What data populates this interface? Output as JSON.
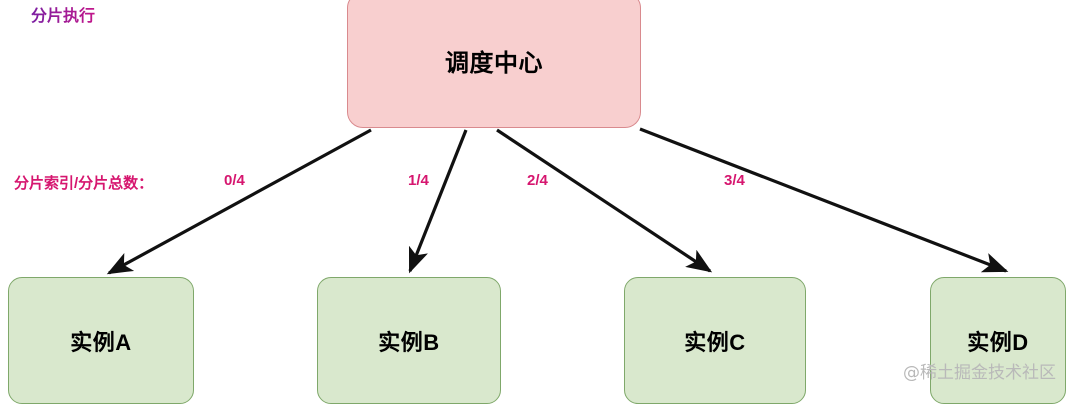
{
  "diagram": {
    "title_label": "分片执行",
    "legend_label": "分片索引/分片总数：",
    "center_node": {
      "label": "调度中心",
      "fill": "#f8cfcf",
      "stroke": "#d98a8e"
    },
    "instances": [
      {
        "label": "实例A",
        "shard": "0/4"
      },
      {
        "label": "实例B",
        "shard": "1/4"
      },
      {
        "label": "实例C",
        "shard": "2/4"
      },
      {
        "label": "实例D",
        "shard": "3/4"
      }
    ],
    "instance_style": {
      "fill": "#d9e8cd",
      "stroke": "#7fa86a"
    },
    "edge_color": "#111111",
    "accent_color": "#d6166f",
    "title_color": "#8a1f9e",
    "watermark": "@稀土掘金技术社区"
  }
}
